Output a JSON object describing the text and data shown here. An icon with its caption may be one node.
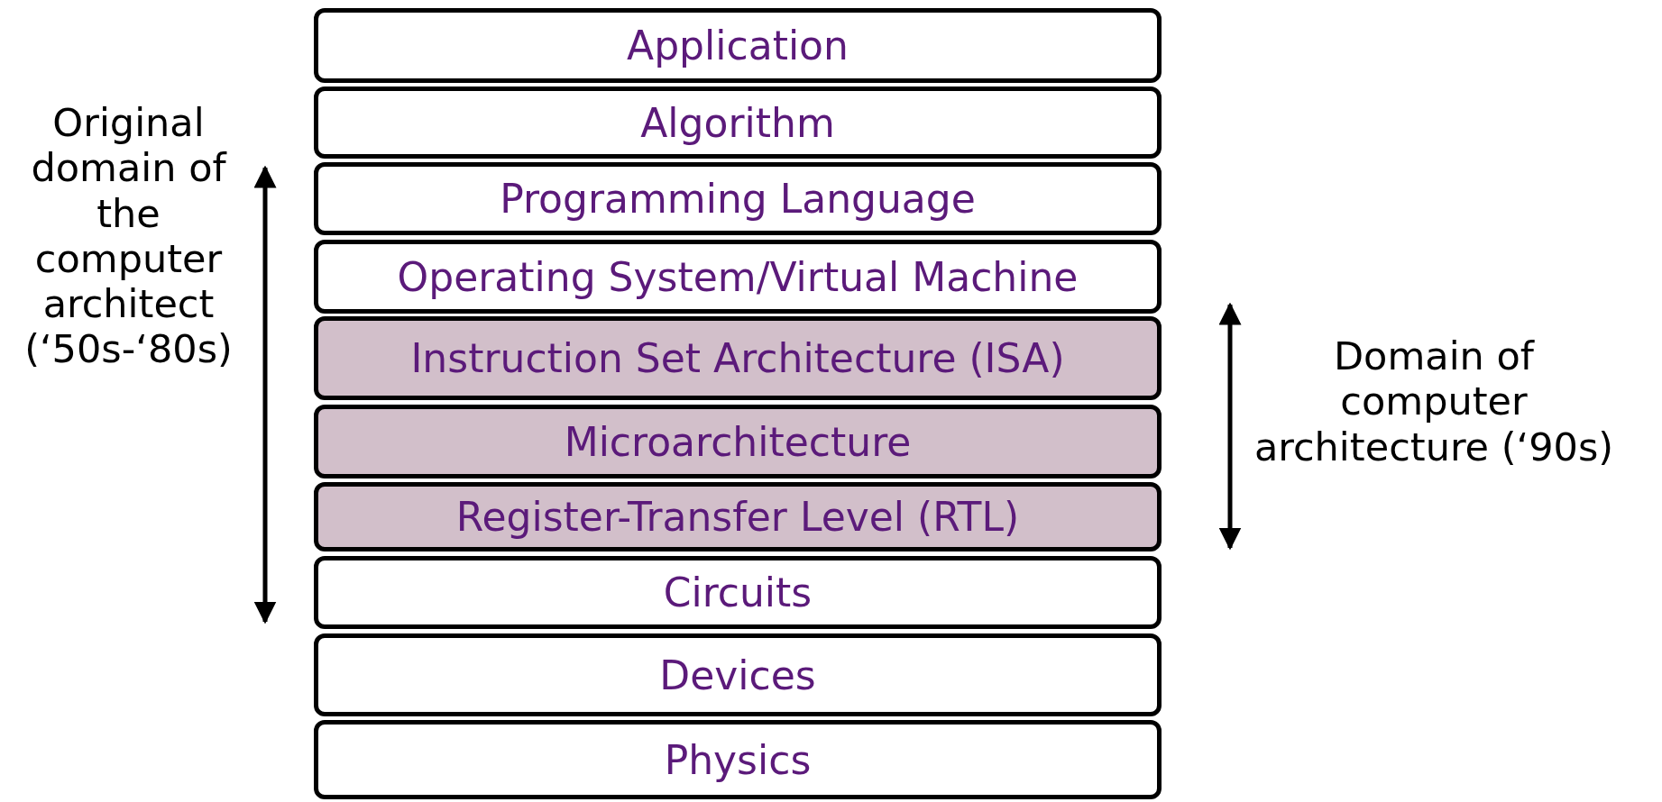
{
  "diagram": {
    "nodes": [
      {
        "text": [
          "Application"
        ]
      },
      {
        "text": [
          "Algorithm"
        ]
      },
      {
        "text": [
          "Programming Language"
        ]
      },
      {
        "text": [
          "Operating System/Virtual Machine"
        ]
      },
      {
        "text": [
          "Instruction Set Architecture (ISA)"
        ]
      },
      {
        "text": [
          "Microarchitecture"
        ]
      },
      {
        "text": [
          "Register-Transfer Level (RTL)"
        ]
      },
      {
        "text": [
          "Circuits"
        ]
      },
      {
        "text": [
          "Devices"
        ]
      },
      {
        "text": [
          "Physics"
        ]
      }
    ],
    "edges": [],
    "labels": [
      "Original domain of the computer architect (‘50s-‘80s)",
      "Domain of computer architecture (‘90s)"
    ]
  }
}
